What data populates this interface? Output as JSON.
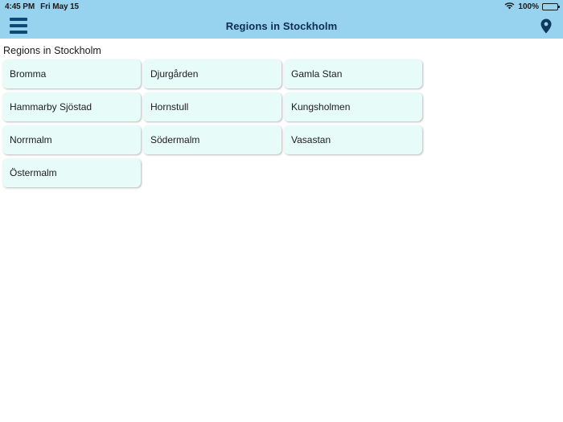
{
  "status_bar": {
    "time": "4:45 PM",
    "date": "Fri May 15",
    "wifi_icon": "wifi-icon",
    "battery_percent": "100%",
    "battery_icon": "battery-full-icon"
  },
  "nav_bar": {
    "menu_icon": "hamburger-menu-icon",
    "title": "Regions in Stockholm",
    "right_icon": "map-pin-icon"
  },
  "main": {
    "section_title": "Regions in Stockholm",
    "regions": [
      {
        "label": "Bromma"
      },
      {
        "label": "Djurgården"
      },
      {
        "label": "Gamla Stan"
      },
      {
        "label": "Hammarby Sjöstad"
      },
      {
        "label": "Hornstull"
      },
      {
        "label": "Kungsholmen"
      },
      {
        "label": "Norrmalm"
      },
      {
        "label": "Södermalm"
      },
      {
        "label": "Vasastan"
      },
      {
        "label": "Östermalm"
      }
    ]
  },
  "colors": {
    "nav_background": "#97d3ef",
    "nav_text": "#0d2d4e",
    "card_background": "#e7fbf8",
    "page_background": "#ffffff"
  }
}
